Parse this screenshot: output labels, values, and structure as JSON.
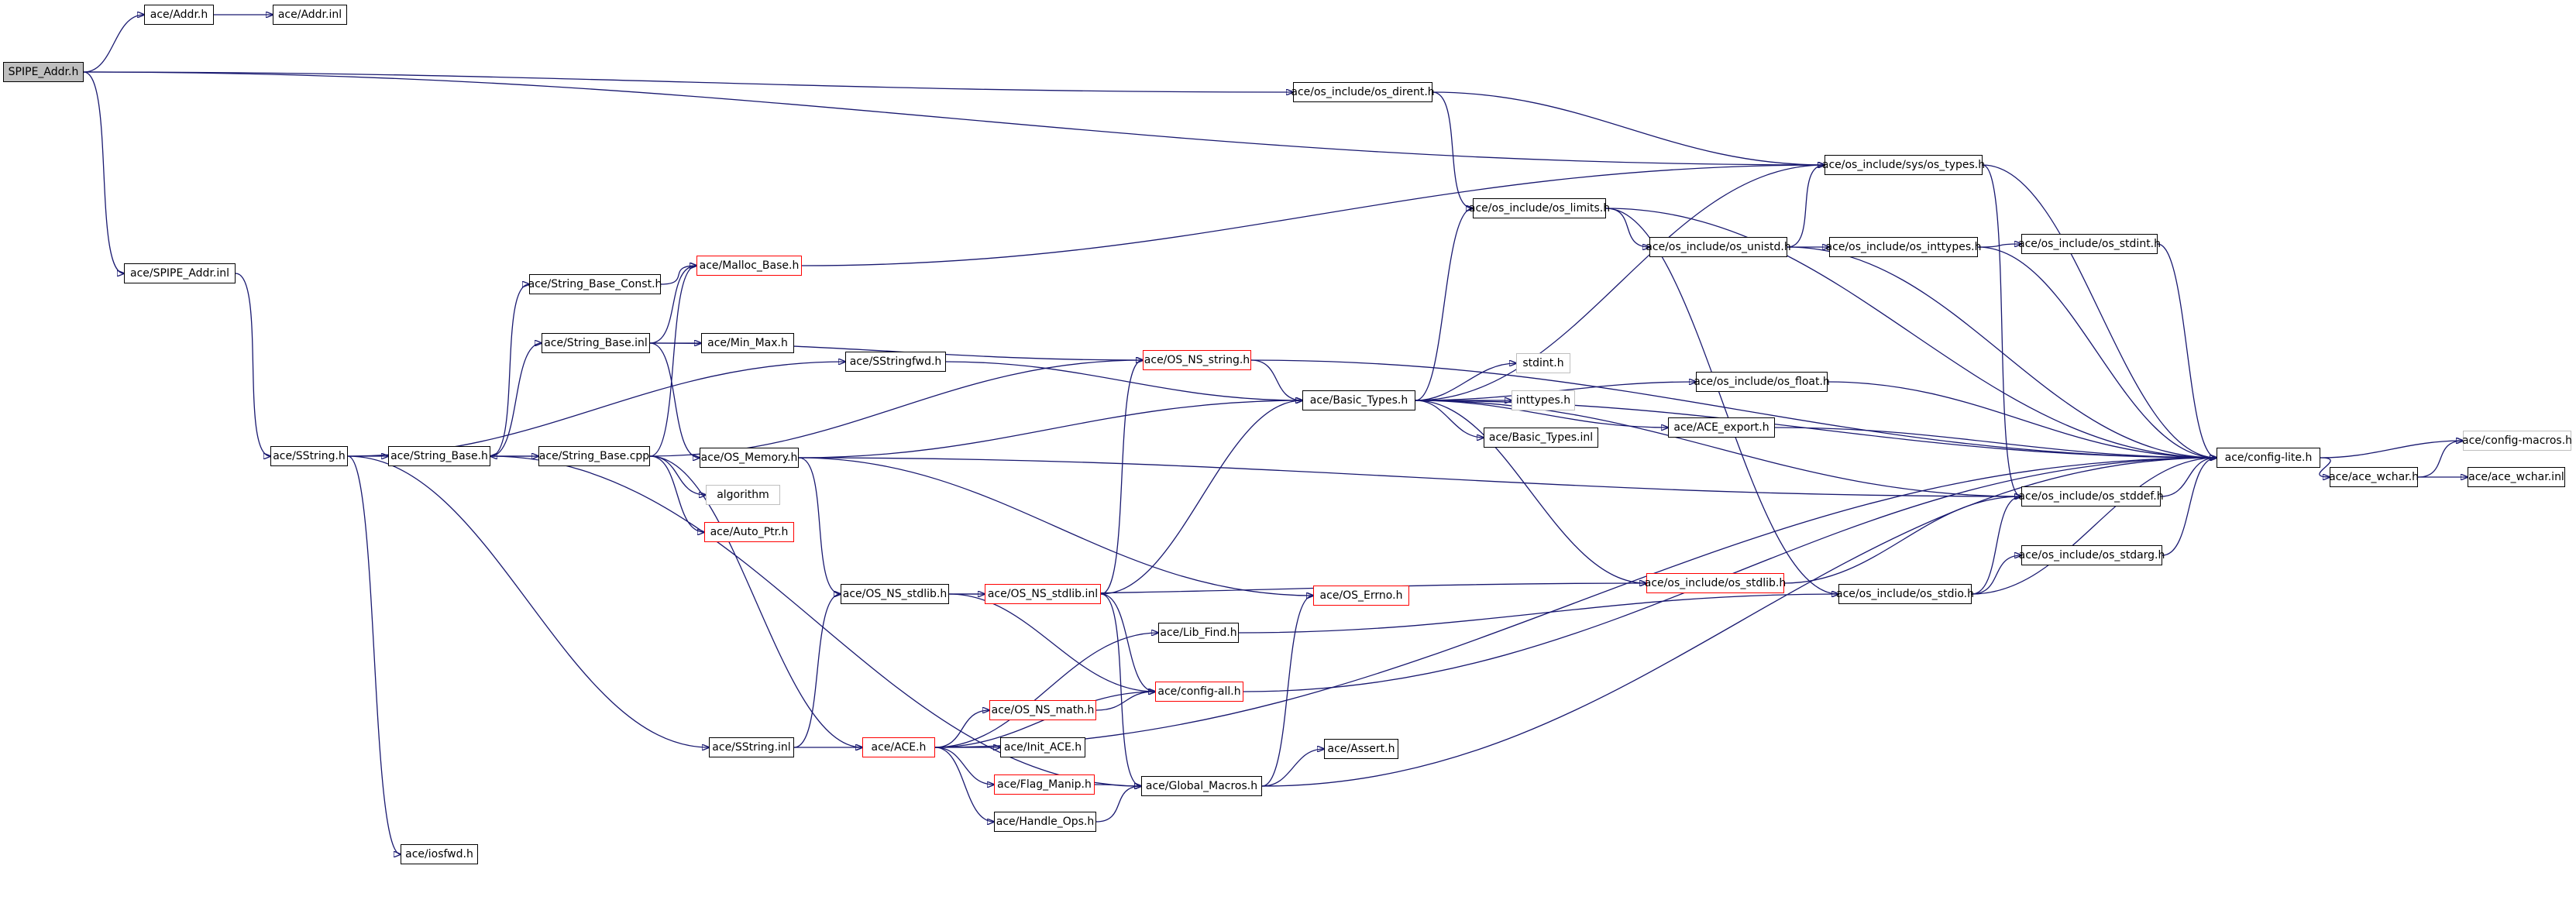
{
  "colors": {
    "edge": "#191970",
    "border": "#000000",
    "truncated": "#ff0000",
    "system": "#bfbfbf",
    "root_fill": "#bfbfbf"
  },
  "nodes": [
    {
      "id": "spipe_addr_h",
      "label": "SPIPE_Addr.h",
      "style": "root"
    },
    {
      "id": "addr_h",
      "label": "ace/Addr.h",
      "style": "normal"
    },
    {
      "id": "addr_inl",
      "label": "ace/Addr.inl",
      "style": "normal"
    },
    {
      "id": "spipe_addr_inl",
      "label": "ace/SPIPE_Addr.inl",
      "style": "normal"
    },
    {
      "id": "os_dirent_h",
      "label": "ace/os_include/os_dirent.h",
      "style": "normal"
    },
    {
      "id": "sys_types_h",
      "label": "ace/os_include/sys/os_types.h",
      "style": "normal"
    },
    {
      "id": "os_limits_h",
      "label": "ace/os_include/os_limits.h",
      "style": "normal"
    },
    {
      "id": "os_unistd_h",
      "label": "ace/os_include/os_unistd.h",
      "style": "normal"
    },
    {
      "id": "os_inttypes_h",
      "label": "ace/os_include/os_inttypes.h",
      "style": "normal"
    },
    {
      "id": "os_stdint_h",
      "label": "ace/os_include/os_stdint.h",
      "style": "normal"
    },
    {
      "id": "malloc_base_h",
      "label": "ace/Malloc_Base.h",
      "style": "red"
    },
    {
      "id": "string_base_const_h",
      "label": "ace/String_Base_Const.h",
      "style": "normal"
    },
    {
      "id": "string_base_inl",
      "label": "ace/String_Base.inl",
      "style": "normal"
    },
    {
      "id": "min_max_h",
      "label": "ace/Min_Max.h",
      "style": "normal"
    },
    {
      "id": "os_ns_string_h",
      "label": "ace/OS_NS_string.h",
      "style": "red"
    },
    {
      "id": "stdint_h",
      "label": "stdint.h",
      "style": "grey"
    },
    {
      "id": "os_float_h",
      "label": "ace/os_include/os_float.h",
      "style": "normal"
    },
    {
      "id": "sstringfwd_h",
      "label": "ace/SStringfwd.h",
      "style": "normal"
    },
    {
      "id": "basic_types_h",
      "label": "ace/Basic_Types.h",
      "style": "normal"
    },
    {
      "id": "inttypes_h",
      "label": "inttypes.h",
      "style": "grey"
    },
    {
      "id": "ace_export_h",
      "label": "ace/ACE_export.h",
      "style": "normal"
    },
    {
      "id": "basic_types_inl",
      "label": "ace/Basic_Types.inl",
      "style": "normal"
    },
    {
      "id": "sstring_h",
      "label": "ace/SString.h",
      "style": "normal"
    },
    {
      "id": "string_base_h",
      "label": "ace/String_Base.h",
      "style": "normal"
    },
    {
      "id": "string_base_cpp",
      "label": "ace/String_Base.cpp",
      "style": "normal"
    },
    {
      "id": "os_memory_h",
      "label": "ace/OS_Memory.h",
      "style": "normal"
    },
    {
      "id": "config_lite_h",
      "label": "ace/config-lite.h",
      "style": "normal"
    },
    {
      "id": "config_macros_h",
      "label": "ace/config-macros.h",
      "style": "grey"
    },
    {
      "id": "ace_wchar_h",
      "label": "ace/ace_wchar.h",
      "style": "normal"
    },
    {
      "id": "ace_wchar_inl",
      "label": "ace/ace_wchar.inl",
      "style": "normal"
    },
    {
      "id": "algorithm",
      "label": "algorithm",
      "style": "grey"
    },
    {
      "id": "os_stddef_h",
      "label": "ace/os_include/os_stddef.h",
      "style": "normal"
    },
    {
      "id": "auto_ptr_h",
      "label": "ace/Auto_Ptr.h",
      "style": "red"
    },
    {
      "id": "os_stdarg_h",
      "label": "ace/os_include/os_stdarg.h",
      "style": "normal"
    },
    {
      "id": "os_ns_stdlib_h",
      "label": "ace/OS_NS_stdlib.h",
      "style": "normal"
    },
    {
      "id": "os_ns_stdlib_inl",
      "label": "ace/OS_NS_stdlib.inl",
      "style": "red"
    },
    {
      "id": "os_errno_h",
      "label": "ace/OS_Errno.h",
      "style": "red"
    },
    {
      "id": "os_stdlib_h",
      "label": "ace/os_include/os_stdlib.h",
      "style": "red"
    },
    {
      "id": "os_stdio_h",
      "label": "ace/os_include/os_stdio.h",
      "style": "normal"
    },
    {
      "id": "lib_find_h",
      "label": "ace/Lib_Find.h",
      "style": "normal"
    },
    {
      "id": "config_all_h",
      "label": "ace/config-all.h",
      "style": "red"
    },
    {
      "id": "os_ns_math_h",
      "label": "ace/OS_NS_math.h",
      "style": "red"
    },
    {
      "id": "sstring_inl",
      "label": "ace/SString.inl",
      "style": "normal"
    },
    {
      "id": "ace_h",
      "label": "ace/ACE.h",
      "style": "red"
    },
    {
      "id": "init_ace_h",
      "label": "ace/Init_ACE.h",
      "style": "normal"
    },
    {
      "id": "assert_h",
      "label": "ace/Assert.h",
      "style": "normal"
    },
    {
      "id": "flag_manip_h",
      "label": "ace/Flag_Manip.h",
      "style": "red"
    },
    {
      "id": "global_macros_h",
      "label": "ace/Global_Macros.h",
      "style": "normal"
    },
    {
      "id": "handle_ops_h",
      "label": "ace/Handle_Ops.h",
      "style": "normal"
    },
    {
      "id": "iosfwd_h",
      "label": "ace/iosfwd.h",
      "style": "normal"
    }
  ],
  "edges": [
    [
      "spipe_addr_h",
      "addr_h"
    ],
    [
      "addr_h",
      "addr_inl"
    ],
    [
      "spipe_addr_h",
      "sys_types_h"
    ],
    [
      "spipe_addr_h",
      "os_dirent_h"
    ],
    [
      "spipe_addr_h",
      "spipe_addr_inl"
    ],
    [
      "spipe_addr_inl",
      "sstring_h"
    ],
    [
      "os_dirent_h",
      "sys_types_h"
    ],
    [
      "os_dirent_h",
      "os_limits_h"
    ],
    [
      "os_limits_h",
      "os_unistd_h"
    ],
    [
      "os_limits_h",
      "config_lite_h"
    ],
    [
      "os_limits_h",
      "os_stdio_h"
    ],
    [
      "os_unistd_h",
      "sys_types_h"
    ],
    [
      "os_unistd_h",
      "os_inttypes_h"
    ],
    [
      "os_unistd_h",
      "config_lite_h"
    ],
    [
      "os_inttypes_h",
      "os_stdint_h"
    ],
    [
      "os_inttypes_h",
      "config_lite_h"
    ],
    [
      "os_stdint_h",
      "config_lite_h"
    ],
    [
      "sys_types_h",
      "config_lite_h"
    ],
    [
      "sys_types_h",
      "os_stddef_h"
    ],
    [
      "malloc_base_h",
      "sys_types_h"
    ],
    [
      "string_base_const_h",
      "malloc_base_h"
    ],
    [
      "string_base_inl",
      "malloc_base_h"
    ],
    [
      "string_base_inl",
      "min_max_h"
    ],
    [
      "string_base_inl",
      "os_ns_string_h"
    ],
    [
      "string_base_inl",
      "os_memory_h"
    ],
    [
      "os_ns_string_h",
      "basic_types_h"
    ],
    [
      "os_ns_string_h",
      "config_lite_h"
    ],
    [
      "sstringfwd_h",
      "basic_types_h"
    ],
    [
      "basic_types_h",
      "os_limits_h"
    ],
    [
      "basic_types_h",
      "sys_types_h"
    ],
    [
      "basic_types_h",
      "stdint_h"
    ],
    [
      "basic_types_h",
      "inttypes_h"
    ],
    [
      "basic_types_h",
      "os_float_h"
    ],
    [
      "basic_types_h",
      "ace_export_h"
    ],
    [
      "basic_types_h",
      "basic_types_inl"
    ],
    [
      "basic_types_h",
      "os_stddef_h"
    ],
    [
      "basic_types_h",
      "os_stdlib_h"
    ],
    [
      "basic_types_h",
      "config_lite_h"
    ],
    [
      "os_float_h",
      "config_lite_h"
    ],
    [
      "ace_export_h",
      "config_lite_h"
    ],
    [
      "sstring_h",
      "sstringfwd_h"
    ],
    [
      "sstring_h",
      "string_base_h"
    ],
    [
      "sstring_h",
      "sstring_inl"
    ],
    [
      "sstring_h",
      "iosfwd_h"
    ],
    [
      "string_base_h",
      "string_base_const_h"
    ],
    [
      "string_base_h",
      "string_base_inl"
    ],
    [
      "string_base_h",
      "string_base_cpp"
    ],
    [
      "string_base_h",
      "global_macros_h"
    ],
    [
      "string_base_cpp",
      "string_base_h"
    ],
    [
      "string_base_cpp",
      "malloc_base_h"
    ],
    [
      "string_base_cpp",
      "os_ns_string_h"
    ],
    [
      "string_base_cpp",
      "algorithm"
    ],
    [
      "string_base_cpp",
      "auto_ptr_h"
    ],
    [
      "string_base_cpp",
      "ace_h"
    ],
    [
      "os_memory_h",
      "basic_types_h"
    ],
    [
      "os_memory_h",
      "os_stddef_h"
    ],
    [
      "os_memory_h",
      "os_errno_h"
    ],
    [
      "os_memory_h",
      "os_ns_stdlib_h"
    ],
    [
      "config_lite_h",
      "config_macros_h"
    ],
    [
      "config_lite_h",
      "ace_wchar_h"
    ],
    [
      "ace_wchar_h",
      "config_macros_h"
    ],
    [
      "ace_wchar_h",
      "ace_wchar_inl"
    ],
    [
      "os_stddef_h",
      "config_lite_h"
    ],
    [
      "os_stdarg_h",
      "config_lite_h"
    ],
    [
      "os_ns_stdlib_h",
      "os_ns_stdlib_inl"
    ],
    [
      "os_ns_stdlib_h",
      "os_stdlib_h"
    ],
    [
      "os_ns_stdlib_h",
      "config_all_h"
    ],
    [
      "os_ns_stdlib_inl",
      "os_ns_string_h"
    ],
    [
      "os_ns_stdlib_inl",
      "basic_types_h"
    ],
    [
      "os_ns_stdlib_inl",
      "config_all_h"
    ],
    [
      "os_ns_stdlib_inl",
      "global_macros_h"
    ],
    [
      "os_stdlib_h",
      "os_stddef_h"
    ],
    [
      "os_stdio_h",
      "os_stddef_h"
    ],
    [
      "os_stdio_h",
      "os_stdarg_h"
    ],
    [
      "os_stdio_h",
      "config_lite_h"
    ],
    [
      "lib_find_h",
      "os_stdio_h"
    ],
    [
      "config_all_h",
      "config_lite_h"
    ],
    [
      "sstring_inl",
      "os_ns_stdlib_h"
    ],
    [
      "sstring_inl",
      "ace_h"
    ],
    [
      "ace_h",
      "lib_find_h"
    ],
    [
      "ace_h",
      "config_all_h"
    ],
    [
      "ace_h",
      "os_ns_math_h"
    ],
    [
      "ace_h",
      "init_ace_h"
    ],
    [
      "ace_h",
      "flag_manip_h"
    ],
    [
      "ace_h",
      "handle_ops_h"
    ],
    [
      "ace_h",
      "config_lite_h"
    ],
    [
      "os_ns_math_h",
      "config_all_h"
    ],
    [
      "flag_manip_h",
      "global_macros_h"
    ],
    [
      "handle_ops_h",
      "global_macros_h"
    ],
    [
      "global_macros_h",
      "assert_h"
    ],
    [
      "global_macros_h",
      "os_errno_h"
    ],
    [
      "global_macros_h",
      "config_lite_h"
    ]
  ]
}
